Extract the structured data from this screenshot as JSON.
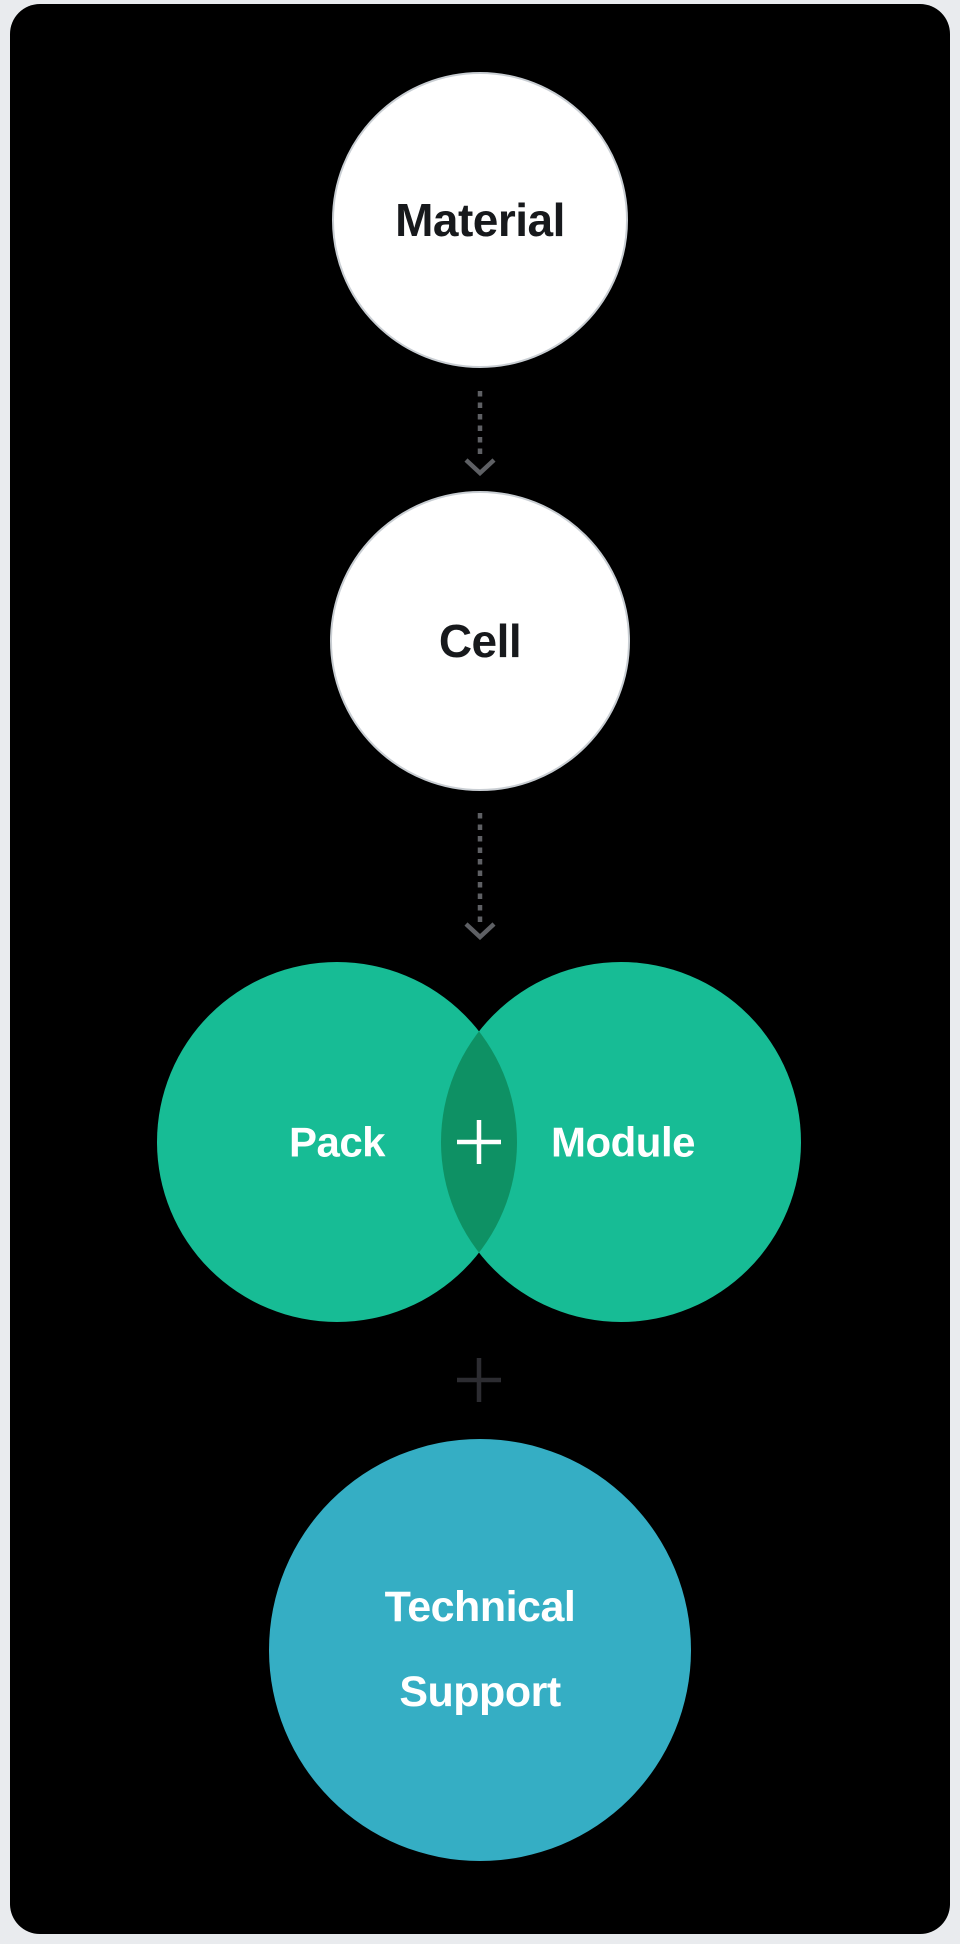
{
  "page": {
    "outer_background": "#e9ebee",
    "panel_background": "#000000"
  },
  "flow": {
    "nodes": [
      {
        "id": "material",
        "label": "Material"
      },
      {
        "id": "cell",
        "label": "Cell"
      }
    ],
    "node_fill": "#ffffff",
    "node_border": "#c9ced3",
    "node_text_color": "#17191c",
    "arrow_color": "#5e6064",
    "arrow_style": "dashed-down"
  },
  "venn": {
    "left": {
      "label": "Pack"
    },
    "right": {
      "label": "Module"
    },
    "circle_color": "#17bc95",
    "overlap_color": "#0e9164",
    "plus_color": "#ffffff",
    "label_color": "#ffffff"
  },
  "separator": {
    "icon": "plus",
    "color": "#2c2c31"
  },
  "support": {
    "lines": [
      "Technical",
      "Support"
    ],
    "circle_color": "#35aec4",
    "text_color": "#ffffff"
  }
}
